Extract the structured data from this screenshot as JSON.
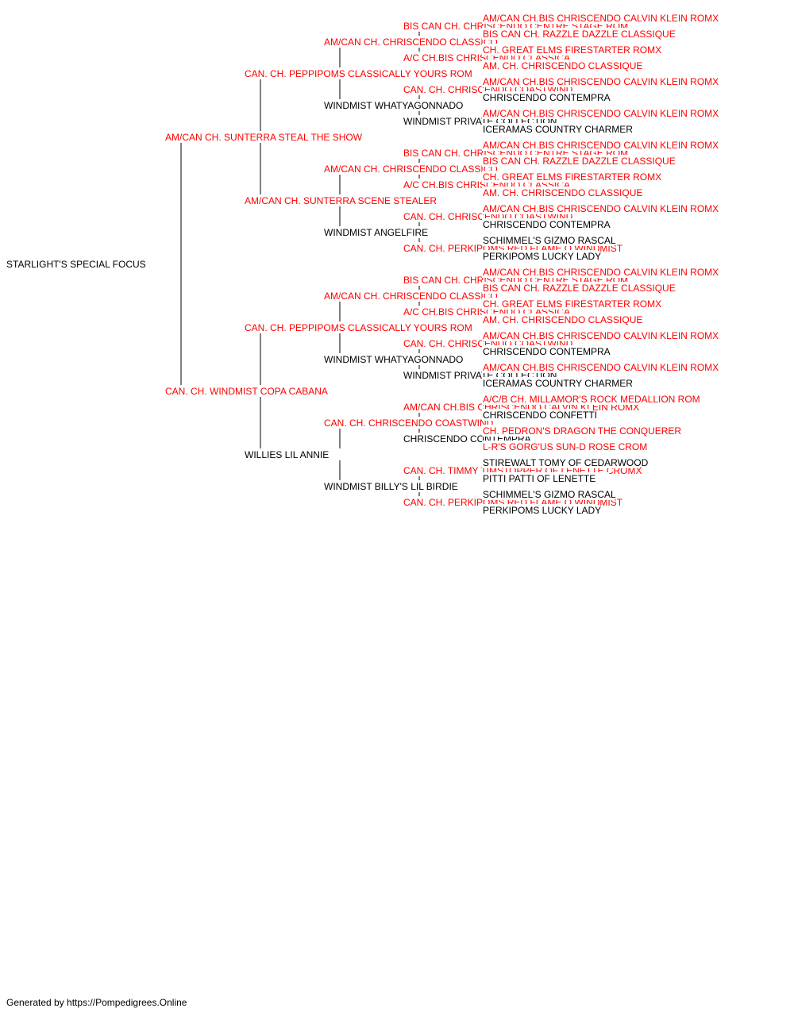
{
  "colors": {
    "titled": "#ff0000",
    "plain": "#000000",
    "line": "#000000"
  },
  "pedigree": {
    "subject": {
      "name": "STARLIGHT'S SPECIAL FOCUS",
      "titled": false
    },
    "generations": [
      [
        {
          "name": "AM/CAN CH. SUNTERRA STEAL THE SHOW",
          "titled": true
        },
        {
          "name": "CAN. CH. WINDMIST COPA CABANA",
          "titled": true
        }
      ],
      [
        {
          "name": "CAN. CH. PEPPIPOMS CLASSICALLY YOURS ROM",
          "titled": true
        },
        {
          "name": "AM/CAN CH. SUNTERRA SCENE STEALER",
          "titled": true
        },
        {
          "name": "CAN. CH. PEPPIPOMS CLASSICALLY YOURS ROM",
          "titled": true
        },
        {
          "name": "WILLIES LIL ANNIE",
          "titled": false
        }
      ],
      [
        {
          "name": "AM/CAN CH. CHRISCENDO CLASSICO",
          "titled": true
        },
        {
          "name": "WINDMIST WHATYAGONNADO",
          "titled": false
        },
        {
          "name": "AM/CAN CH. CHRISCENDO CLASSICO",
          "titled": true
        },
        {
          "name": "WINDMIST ANGELFIRE",
          "titled": false
        },
        {
          "name": "AM/CAN CH. CHRISCENDO CLASSICO",
          "titled": true
        },
        {
          "name": "WINDMIST WHATYAGONNADO",
          "titled": false
        },
        {
          "name": "CAN. CH. CHRISCENDO COASTWIND",
          "titled": true
        },
        {
          "name": "WINDMIST BILLY'S LIL BIRDIE",
          "titled": false
        }
      ],
      [
        {
          "name": "BIS CAN CH. CHRISCENDO CENTRE STAGE ROM",
          "titled": true
        },
        {
          "name": "A/C CH.BIS CHRISCENDO CLASSICA",
          "titled": true
        },
        {
          "name": "CAN. CH. CHRISCENDO COASTWIND",
          "titled": true
        },
        {
          "name": "WINDMIST PRIVATE COLLECTION",
          "titled": false
        },
        {
          "name": "BIS CAN CH. CHRISCENDO CENTRE STAGE ROM",
          "titled": true
        },
        {
          "name": "A/C CH.BIS CHRISCENDO CLASSICA",
          "titled": true
        },
        {
          "name": "CAN. CH. CHRISCENDO COASTWIND",
          "titled": true
        },
        {
          "name": "CAN. CH. PERKIPOMS RED FLAME O WINDMIST",
          "titled": true
        },
        {
          "name": "BIS CAN CH. CHRISCENDO CENTRE STAGE ROM",
          "titled": true
        },
        {
          "name": "A/C CH.BIS CHRISCENDO CLASSICA",
          "titled": true
        },
        {
          "name": "CAN. CH. CHRISCENDO COASTWIND",
          "titled": true
        },
        {
          "name": "WINDMIST PRIVATE COLLECTION",
          "titled": false
        },
        {
          "name": "AM/CAN CH.BIS CHRISCENDO CALVIN KLEIN ROMX",
          "titled": true
        },
        {
          "name": "CHRISCENDO CONTEMPRA",
          "titled": false
        },
        {
          "name": "CAN. CH. TIMMY TIMSTOPPER OF LENETTE CROMX",
          "titled": true
        },
        {
          "name": "CAN. CH. PERKIPOMS RED FLAME O WINDMIST",
          "titled": true
        }
      ],
      [
        {
          "name": "AM/CAN CH.BIS CHRISCENDO CALVIN KLEIN ROMX",
          "titled": true
        },
        {
          "name": "BIS CAN CH. RAZZLE DAZZLE CLASSIQUE",
          "titled": true
        },
        {
          "name": "CH. GREAT ELMS FIRESTARTER ROMX",
          "titled": true
        },
        {
          "name": "AM. CH. CHRISCENDO CLASSIQUE",
          "titled": true
        },
        {
          "name": "AM/CAN CH.BIS CHRISCENDO CALVIN KLEIN ROMX",
          "titled": true
        },
        {
          "name": "CHRISCENDO CONTEMPRA",
          "titled": false
        },
        {
          "name": "AM/CAN CH.BIS CHRISCENDO CALVIN KLEIN ROMX",
          "titled": true
        },
        {
          "name": "ICERAMAS COUNTRY CHARMER",
          "titled": false
        },
        {
          "name": "AM/CAN CH.BIS CHRISCENDO CALVIN KLEIN ROMX",
          "titled": true
        },
        {
          "name": "BIS CAN CH. RAZZLE DAZZLE CLASSIQUE",
          "titled": true
        },
        {
          "name": "CH. GREAT ELMS FIRESTARTER ROMX",
          "titled": true
        },
        {
          "name": "AM. CH. CHRISCENDO CLASSIQUE",
          "titled": true
        },
        {
          "name": "AM/CAN CH.BIS CHRISCENDO CALVIN KLEIN ROMX",
          "titled": true
        },
        {
          "name": "CHRISCENDO CONTEMPRA",
          "titled": false
        },
        {
          "name": "SCHIMMEL'S GIZMO RASCAL",
          "titled": false
        },
        {
          "name": "PERKIPOMS LUCKY LADY",
          "titled": false
        },
        {
          "name": "AM/CAN CH.BIS CHRISCENDO CALVIN KLEIN ROMX",
          "titled": true
        },
        {
          "name": "BIS CAN CH. RAZZLE DAZZLE CLASSIQUE",
          "titled": true
        },
        {
          "name": "CH. GREAT ELMS FIRESTARTER ROMX",
          "titled": true
        },
        {
          "name": "AM. CH. CHRISCENDO CLASSIQUE",
          "titled": true
        },
        {
          "name": "AM/CAN CH.BIS CHRISCENDO CALVIN KLEIN ROMX",
          "titled": true
        },
        {
          "name": "CHRISCENDO CONTEMPRA",
          "titled": false
        },
        {
          "name": "AM/CAN CH.BIS CHRISCENDO CALVIN KLEIN ROMX",
          "titled": true
        },
        {
          "name": "ICERAMAS COUNTRY CHARMER",
          "titled": false
        },
        {
          "name": "A/C/B CH. MILLAMOR'S ROCK MEDALLION ROM",
          "titled": true
        },
        {
          "name": "CHRISCENDO CONFETTI",
          "titled": false
        },
        {
          "name": "CH. PEDRON'S DRAGON THE CONQUERER",
          "titled": true
        },
        {
          "name": "L-R'S GORG'US SUN-D ROSE CROM",
          "titled": true
        },
        {
          "name": "STIREWALT TOMY OF CEDARWOOD",
          "titled": false
        },
        {
          "name": "PITTI PATTI OF LENETTE",
          "titled": false
        },
        {
          "name": "SCHIMMEL'S GIZMO RASCAL",
          "titled": false
        },
        {
          "name": "PERKIPOMS LUCKY LADY",
          "titled": false
        }
      ]
    ]
  },
  "footer": "Generated by https://Pompedigrees.Online"
}
